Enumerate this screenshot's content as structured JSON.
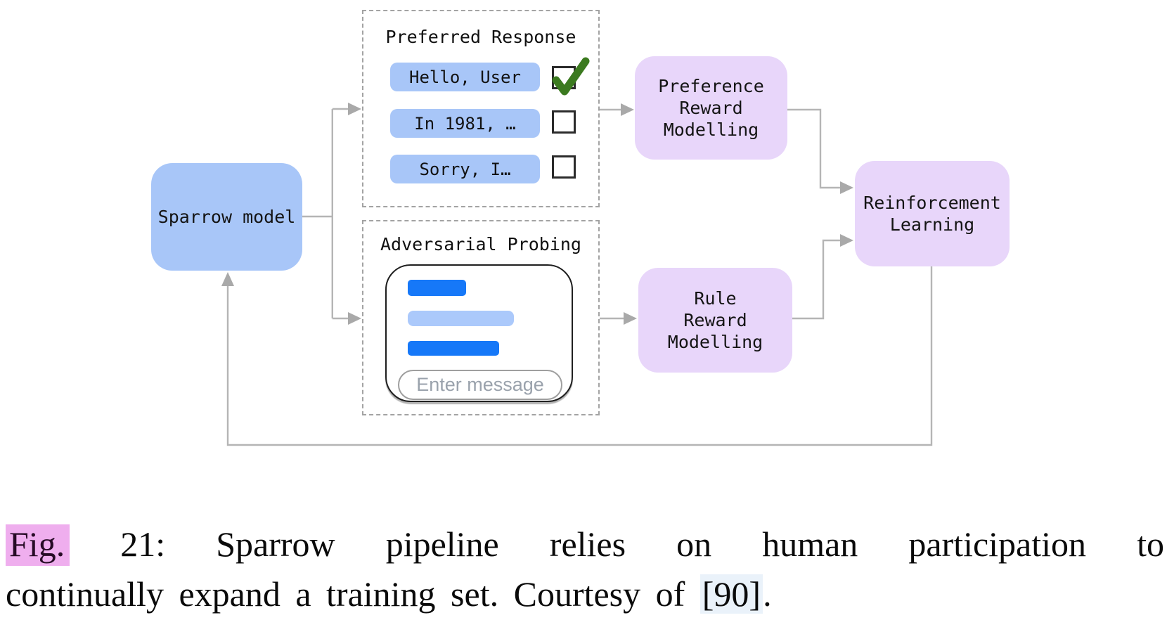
{
  "figure": {
    "sparrow_box_label": "Sparrow model",
    "preferred_response": {
      "title": "Preferred Response",
      "options": [
        {
          "label": "Hello, User",
          "checked": true
        },
        {
          "label": "In 1981, …",
          "checked": false
        },
        {
          "label": "Sorry, I…",
          "checked": false
        }
      ]
    },
    "adversarial_probing": {
      "title": "Adversarial Probing",
      "chat_input_placeholder": "Enter message"
    },
    "preference_reward_label": "Preference\nReward\nModelling",
    "rule_reward_label": "Rule\nReward\nModelling",
    "reinforcement_label": "Reinforcement\nLearning",
    "colors": {
      "model_box_blue": "#a8c6f8",
      "reward_box_purple": "#e8d6fa",
      "chat_bar_blue": "#1678f8",
      "chat_bar_light_blue": "#abc9fb",
      "checkmark_green": "#3b7a1f",
      "connector_gray": "#b5b5b5",
      "fig_highlight_pink": "#efaeee",
      "reference_highlight_blue": "#eaf2fa"
    }
  },
  "caption": {
    "fig_tag": "Fig.",
    "line1_rest": "21: Sparrow pipeline relies on human participation to",
    "line2_start": "continually expand a training set. Courtesy of",
    "reference": "[90]",
    "line2_end": "."
  }
}
